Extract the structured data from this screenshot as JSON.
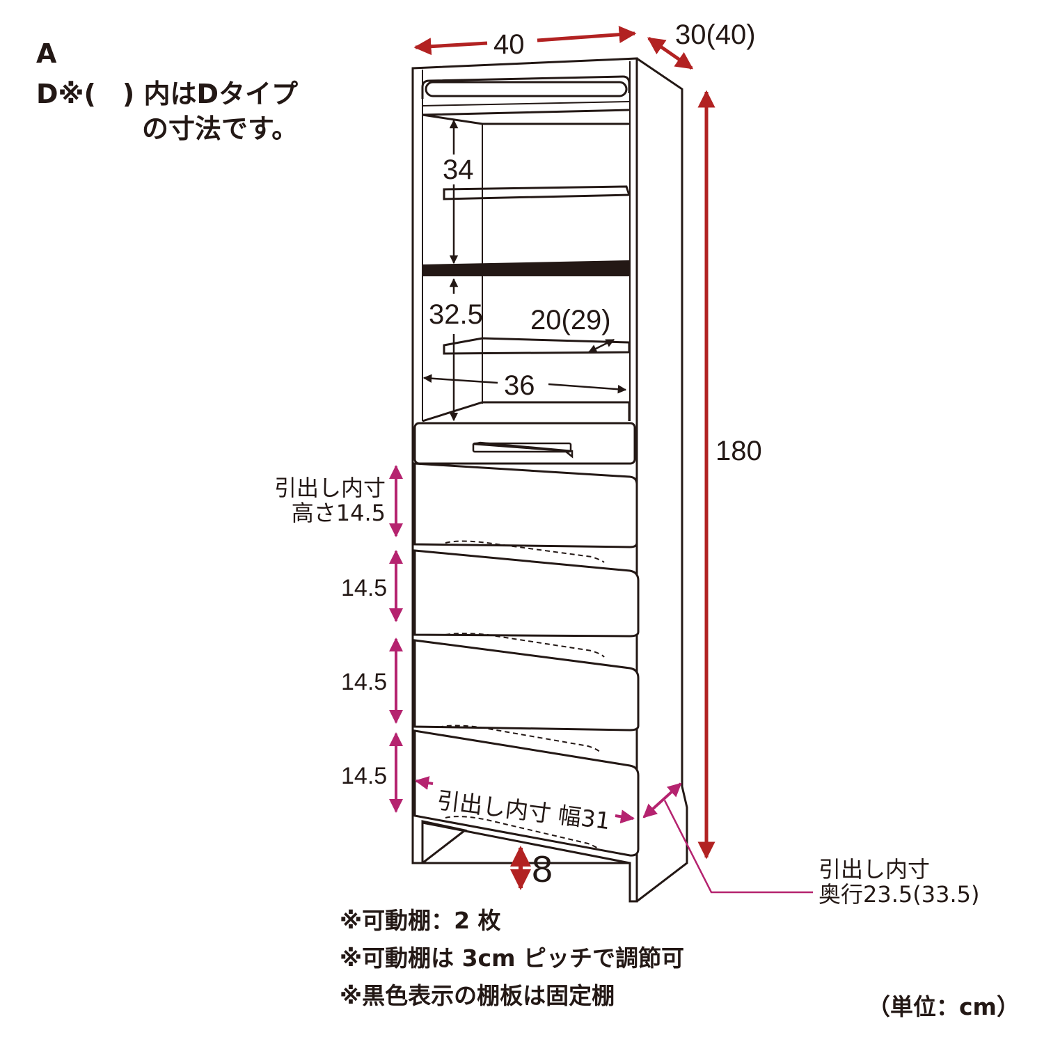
{
  "legend": {
    "type_a": "A",
    "type_d_line1": "D※(　) 内はDタイプ",
    "type_d_line2": "の寸法です。"
  },
  "dimensions": {
    "width": "40",
    "depth": "30(40)",
    "height": "180",
    "shelf_gap_top": "34",
    "shelf_gap_bottom": "32.5",
    "shelf_depth": "20(29)",
    "inner_width": "36",
    "drawer_inner_height_label_1": "引出し内寸",
    "drawer_inner_height_label_2": "高さ14.5",
    "drawer_2_height": "14.5",
    "drawer_3_height": "14.5",
    "drawer_4_height": "14.5",
    "drawer_inner_width": "引出し内寸 幅31",
    "base_height": "8",
    "drawer_inner_depth_label_1": "引出し内寸",
    "drawer_inner_depth_label_2": "奥行23.5(33.5)"
  },
  "notes": [
    "※可動棚：2 枚",
    "※可動棚は 3cm ピッチで調節可",
    "※黒色表示の棚板は固定棚"
  ],
  "unit": "（単位：cm）",
  "colors": {
    "outline": "#231815",
    "dim_red": "#b22222",
    "dim_magenta": "#b5236f"
  }
}
